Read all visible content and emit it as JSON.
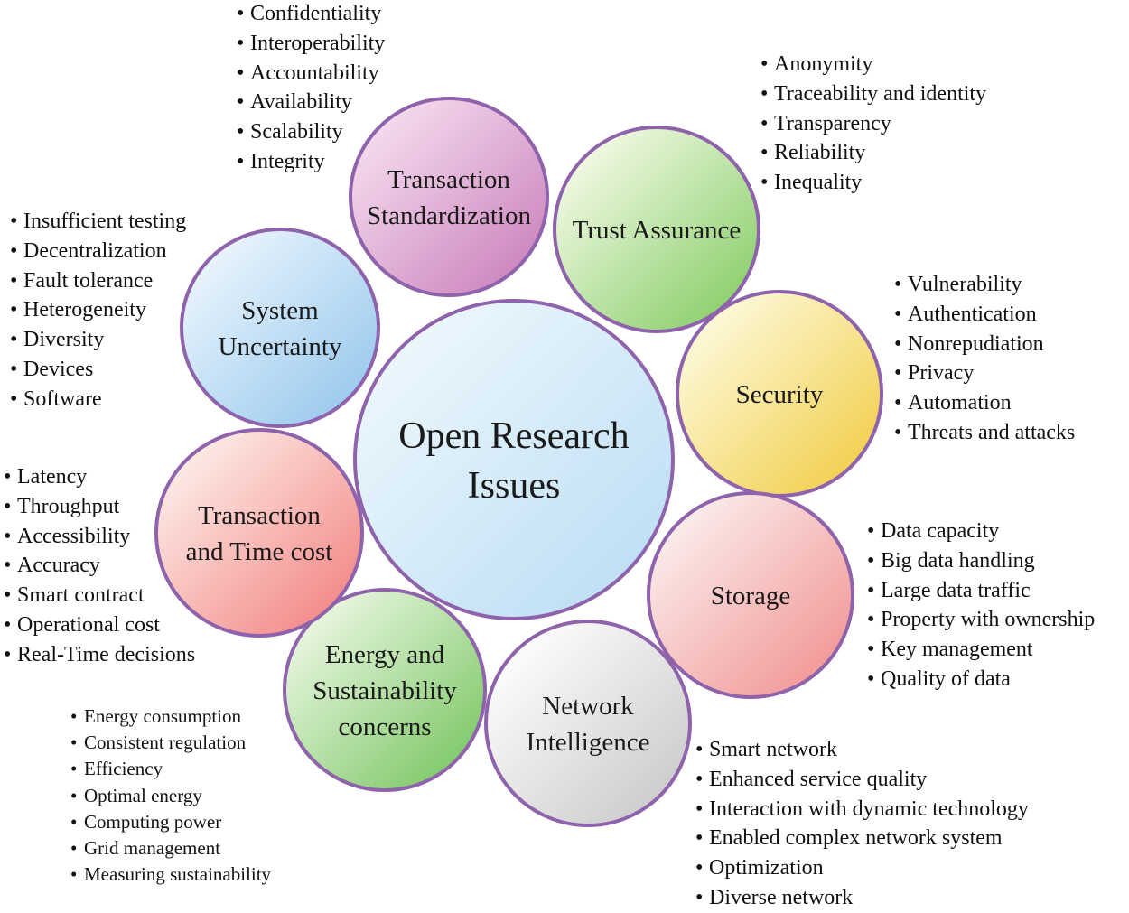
{
  "center": {
    "lines": [
      "Open Research",
      "Issues"
    ]
  },
  "topics": [
    {
      "id": "transaction-standardization",
      "lines": [
        "Transaction",
        "Standardization"
      ],
      "gradient": [
        "#f7dff0",
        "#c679b7"
      ],
      "items": [
        "Confidentiality",
        "Interoperability",
        "Accountability",
        "Availability",
        "Scalability",
        "Integrity"
      ]
    },
    {
      "id": "trust-assurance",
      "lines": [
        "Trust Assurance"
      ],
      "gradient": [
        "#f6fbe9",
        "#7cc95a"
      ],
      "items": [
        "Anonymity",
        "Traceability and identity",
        "Transparency",
        "Reliability",
        "Inequality"
      ]
    },
    {
      "id": "security",
      "lines": [
        "Security"
      ],
      "gradient": [
        "#fdfbe0",
        "#f1c93a"
      ],
      "items": [
        "Vulnerability",
        "Authentication",
        "Nonrepudiation",
        "Privacy",
        "Automation",
        "Threats and attacks"
      ]
    },
    {
      "id": "storage",
      "lines": [
        "Storage"
      ],
      "gradient": [
        "#fbf1ef",
        "#f08a8a"
      ],
      "items": [
        "Data capacity",
        "Big data handling",
        "Large data traffic",
        "Property with ownership",
        "Key management",
        "Quality of data"
      ]
    },
    {
      "id": "network-intelligence",
      "lines": [
        "Network",
        "Intelligence"
      ],
      "gradient": [
        "#ffffff",
        "#c4c4c4"
      ],
      "items": [
        "Smart network",
        "Enhanced service quality",
        "Interaction with dynamic technology",
        "Enabled complex network system",
        "Optimization",
        "Diverse network"
      ]
    },
    {
      "id": "energy-sustainability",
      "lines": [
        "Energy and",
        "Sustainability",
        "concerns"
      ],
      "gradient": [
        "#eef8e6",
        "#6fc257"
      ],
      "items": [
        "Energy consumption",
        "Consistent regulation",
        "Efficiency",
        "Optimal energy",
        "Computing power",
        "Grid management",
        "Measuring sustainability"
      ]
    },
    {
      "id": "transaction-time-cost",
      "lines": [
        "Transaction",
        "and Time cost"
      ],
      "gradient": [
        "#fdf0ea",
        "#f27a7a"
      ],
      "items": [
        "Latency",
        "Throughput",
        "Accessibility",
        "Accuracy",
        "Smart contract",
        "Operational cost",
        "Real-Time decisions"
      ]
    },
    {
      "id": "system-uncertainty",
      "lines": [
        "System",
        "Uncertainty"
      ],
      "gradient": [
        "#edf6fd",
        "#8ec3ec"
      ],
      "items": [
        "Insufficient testing",
        "Decentralization",
        "Fault tolerance",
        "Heterogeneity",
        "Diversity",
        "Devices",
        "Software"
      ]
    }
  ],
  "colors": {
    "circle_stroke": "#8e63ab",
    "center_fill_light": "#eef8fd",
    "center_fill_dark": "#b7dbf3"
  }
}
